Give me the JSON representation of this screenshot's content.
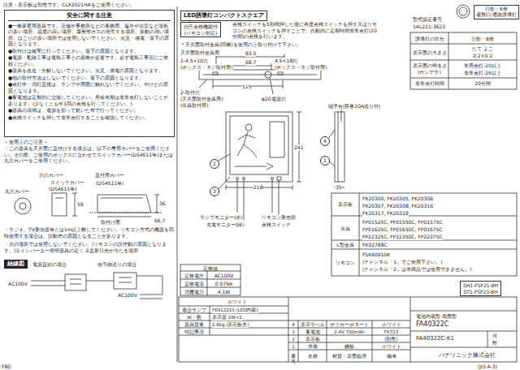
{
  "diagram": {
    "nodes": [
      {
        "text": [
          "安全に関する注意",
          "●一般家庭用器具です。店舗や事務所などの業務用、屋外や浴室など湿気の多い場所、温度の高い場所、腐食性ガスの発生する場所、振動の強い場所、ほこりの多い場所では使用しないでください。火災・感電・落下の原因となります。",
          "●取付けは確実に行ってください。落下の原因となります。",
          "●電源・配線工事は電気工事士の資格が必要です。必ず電気工事店にご依頼ください。",
          "●器具を改造・分解しないでください。火災・感電の原因となります。",
          "●他の取付方法はしないでください。落下の原因となります。",
          "●点灯中・消灯直後は、ランプや周囲に触れないでください。やけどの原因となります。",
          "●蓄電池は定期的に交換してください。寿命末期は非常点灯しないことがあります。(少なくとも年1回の点検を行ってください。)",
          "●器具の清掃は、電源を切って乾いた布で行ってください。",
          "●点検スイッチを押して非常点灯することを確認してください。"
        ]
      },
      {
        "text": [
          "LED誘導灯コンパクトスクエア"
        ]
      },
      {
        "text": [
          "自己点検機能付",
          "(リモコン対応)"
        ]
      },
      {
        "text": [
          "日影・B形",
          "避難口/通路誘導灯"
        ]
      },
      {
        "text": [
          "2"
        ]
      },
      {
        "text": [
          "3"
        ]
      },
      {
        "text": [
          "4"
        ]
      },
      {
        "text": [
          "1"
        ]
      },
      {
        "text": [
          "結線図"
        ]
      },
      {
        "text": [
          "SH1-FSF21-BH",
          "ST1-FSF23-BH"
        ]
      }
    ],
    "labels": [
      "注意：表示板は別売です。CLX2021HAをご使用ください。",
      "＜使用上のご注意＞",
      "・この器具を天井面に直付けする場合は、以下の専用カバーをご使用ください。その際、ご使用のボックスに合わせてスイッチカバー(DS4611等)または丸穴カバーをご使用ください。",
      "丸穴カバー",
      "穴のカバー",
      "スイッチカバー",
      "(DS4611等)",
      "直付用カバー",
      "(DS4511等)",
      "36",
      "59",
      "取付け面",
      "66.7",
      "・ラジオ、TV受信器等とは1m以上離してください。リモコン方式の機器を同時使用する場合は、誤動作の原因となることがあります。",
      "・次の場所では使用しないでください。(リモコンの誤作動の原因となります。)①インバーター照明器具の近く ②直射日光が当たる場所",
      "電源直結の場合",
      "信号線送りの場合",
      "AC100V",
      "AC100V",
      "F80",
      "＊天井面取付金具(同梱)を使用の上取り付けて下さい。",
      "天井面取付金具用",
      "2-4.5×10穴",
      "(ボックス・ネジ取付用)",
      "83.5",
      "68.7",
      "4.5×18穴",
      "(ボックス・ネジ取付用)",
      "2-取付穴",
      "(天井面取付金具用)",
      "(吊具取付用)",
      "115",
      "φ20電源穴",
      "端子台(容量20A送り付)",
      "241",
      "218",
      "35",
      "ランプモニター(赤)",
      "充電モニター(緑)",
      "リモコン受光部",
      "点検スイッチ",
      "定格値",
      "定格電圧",
      "AC100V",
      "定格電流",
      "0.079A",
      "消費電力",
      "4.1W",
      "型式認定番号",
      "1AL221-3623",
      "誘導灯の区分",
      "日影・B形",
      "表示面の大きさ",
      "たて よこ",
      "0.2×0.2",
      "表示面の明るさ",
      "(カンデラ)",
      "常用点灯:20以上",
      "非常点灯:25以上",
      "非常点灯時間",
      "20分間",
      "表示板",
      "FK20300, FK20305, FK20306",
      "FK20307, FK20308, FK20316",
      "FK20317, FK20318",
      "吊具",
      "FP01525C, FP01550C, FP01575C",
      "FP01625C, FP01650C, FP01675C",
      "FP22325C, FP22350C, FP22375C",
      "L型金具",
      "FK02788C",
      "リモコン",
      "FSK90910K",
      "(チャンネル「1」でご使用下さい。)",
      "(チャンネル「2」は本商品では使用できません。)",
      "ホワイト",
      "適合ランプ",
      "FK91221S (LED内蔵)",
      "W・数",
      "表示器 2W×2",
      "器具質量",
      "1.8kg (表示板含)",
      "特記事項",
      "4",
      "表示ラベル",
      "ポリカーボネート",
      "ホワイト",
      "3",
      "蓄電池",
      "2.4V 700mAh",
      "FK723",
      "2",
      "表示板",
      "(別売)",
      "1",
      "本体",
      "鋼板",
      "ホワイト",
      "番号",
      "名称",
      "材質・表面処理",
      "備考",
      "電池内蔵型 両面型",
      "FA40322C",
      "FA40322C-K1",
      "河",
      "野",
      "パナソニック株式会社",
      "(JIS A-3)",
      "点検スイッチを5秒間押した後に再度点検スイッチを押す又はリモコンの点検スイッチを押すことで、自動的に定期時間非常点灯(20分間)の点検を行います。"
    ]
  }
}
